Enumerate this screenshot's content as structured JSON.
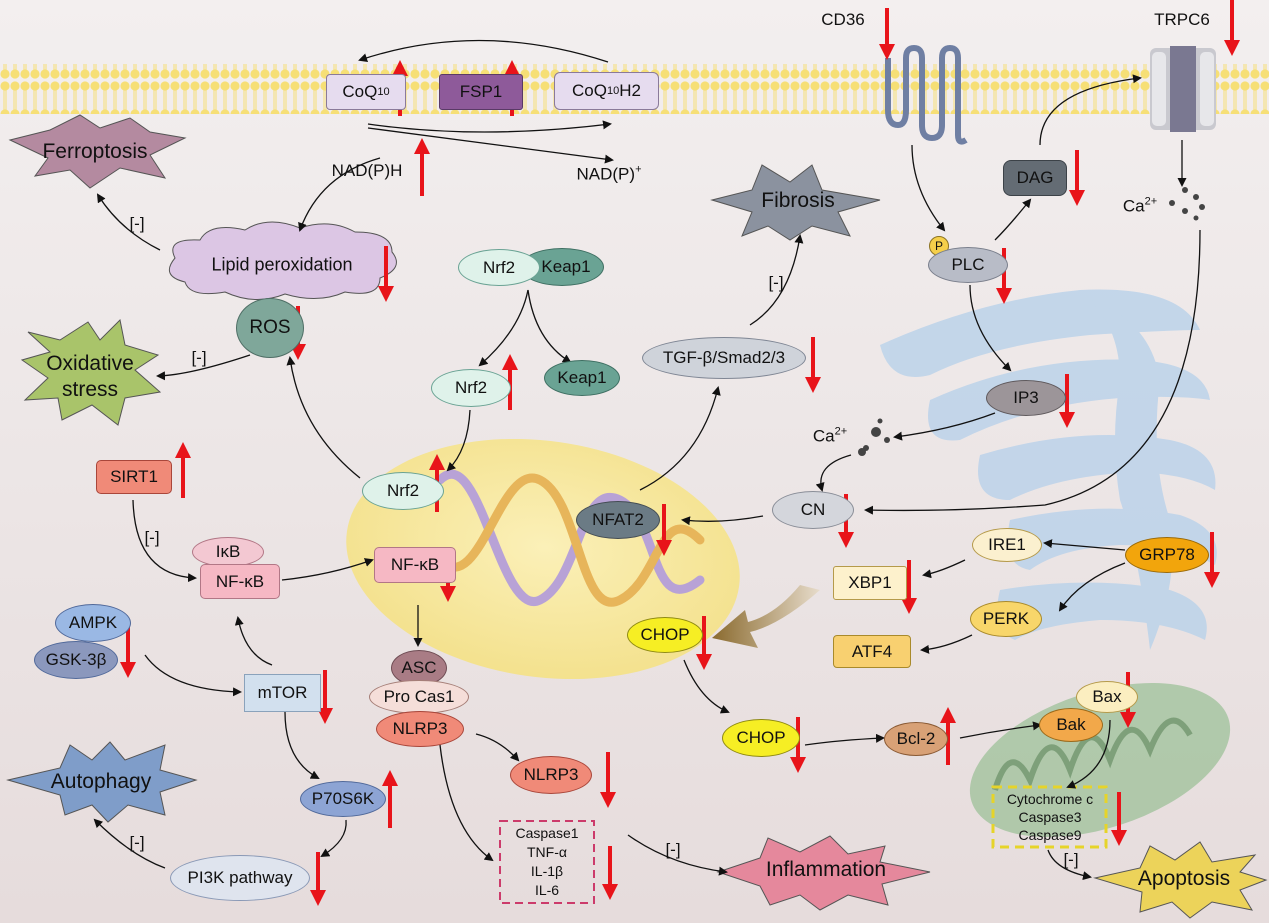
{
  "membrane": {
    "coq10": "CoQ",
    "coq10_sub": "10",
    "fsp1": "FSP1",
    "coq10h2": "CoQ",
    "coq10h2_sub": "10",
    "coq10h2_tail": "H2",
    "nadph": "NAD(P)H",
    "nadp": "NAD(P)",
    "nadp_sup": "+"
  },
  "outcomes": {
    "ferroptosis": "Ferroptosis",
    "oxidative_stress": "Oxidative\nstress",
    "fibrosis": "Fibrosis",
    "autophagy": "Autophagy",
    "inflammation": "Inflammation",
    "apoptosis": "Apoptosis"
  },
  "inhibit_label": "[-]",
  "nodes": {
    "lipid_peroxidation": "Lipid peroxidation",
    "ros": "ROS",
    "nrf2_complex": "Nrf2",
    "keap1_complex": "Keap1",
    "nrf2_free": "Nrf2",
    "keap1_free": "Keap1",
    "nrf2_nucleus": "Nrf2",
    "sirt1": "SIRT1",
    "ikb": "IκB",
    "nfkb_cyto": "NF-κB",
    "nfkb_nucleus": "NF-κB",
    "ampk": "AMPK",
    "gsk3b": "GSK-3β",
    "mtor": "mTOR",
    "p70s6k": "P70S6K",
    "pi3k": "PI3K pathway",
    "asc": "ASC",
    "procas1": "Pro Cas1",
    "nlrp3_complex": "NLRP3",
    "nlrp3": "NLRP3",
    "cytokines": [
      "Caspase1",
      "TNF-α",
      "IL-1β",
      "IL-6"
    ],
    "tgf": "TGF-β/Smad2/3",
    "nfat2": "NFAT2",
    "cn": "CN",
    "cd36": "CD36",
    "trpc6": "TRPC6",
    "p_badge": "P",
    "plc": "PLC",
    "dag": "DAG",
    "ip3": "IP3",
    "ca": "Ca",
    "ca_sup": "2+",
    "ire1": "IRE1",
    "grp78": "GRP78",
    "xbp1": "XBP1",
    "perk": "PERK",
    "atf4": "ATF4",
    "chop_nucleus": "CHOP",
    "chop": "CHOP",
    "bcl2": "Bcl-2",
    "bax": "Bax",
    "bak": "Bak",
    "mito_box": [
      "Cytochrome c",
      "Caspase3",
      "Caspase9"
    ]
  },
  "regulation": {
    "up": [
      "CoQ10",
      "FSP1",
      "NAD(P)H",
      "Nrf2 (cytoplasm)",
      "Nrf2 (nucleus)",
      "SIRT1",
      "P70S6K",
      "Bcl-2"
    ],
    "down": [
      "CD36",
      "TRPC6",
      "DAG",
      "PLC",
      "IP3",
      "CN",
      "NFAT2",
      "TGF-β/Smad2/3",
      "Lipid peroxidation",
      "ROS",
      "NF-κB",
      "AMPK/GSK-3β",
      "mTOR",
      "PI3K pathway",
      "NLRP3",
      "Caspase1/TNF-α/IL-1β/IL-6",
      "GRP78",
      "XBP1",
      "CHOP (nucleus)",
      "CHOP",
      "Bax",
      "Cytochrome c/Caspase3/Caspase9"
    ]
  },
  "colors": {
    "up_down_arrows": "#e8141a",
    "membrane": "#f6df76",
    "nucleus": "#f7eaa3",
    "er": "#bcd3ea",
    "mitochondrion": "#a6c4a1",
    "fsp1": "#8e5a9a"
  }
}
